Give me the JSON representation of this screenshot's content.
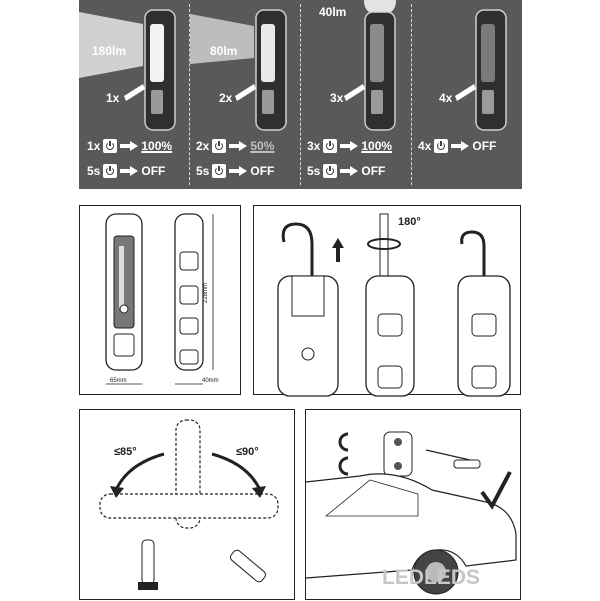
{
  "modes": [
    {
      "lumens": "180lm",
      "press": "1x",
      "on_count": "1x",
      "on_result": "100%",
      "off_time": "5s",
      "off_label": "OFF"
    },
    {
      "lumens": "80lm",
      "press": "2x",
      "on_count": "2x",
      "on_result": "50%",
      "off_time": "5s",
      "off_label": "OFF"
    },
    {
      "lumens": "40lm",
      "press": "3x",
      "on_count": "3x",
      "on_result": "100%",
      "off_time": "5s",
      "off_label": "OFF"
    },
    {
      "lumens": "",
      "press": "4x",
      "on_count": "4x",
      "on_result": "OFF",
      "off_time": "",
      "off_label": ""
    }
  ],
  "dimensions": {
    "width": "65mm",
    "depth": "40mm",
    "height": "228mm"
  },
  "hook": {
    "rotation": "180°"
  },
  "tilt": {
    "left": "≤85°",
    "right": "≤90°"
  },
  "watermark": "LEDLEDS",
  "colors": {
    "top_panel": "#595959",
    "line": "#222222"
  }
}
